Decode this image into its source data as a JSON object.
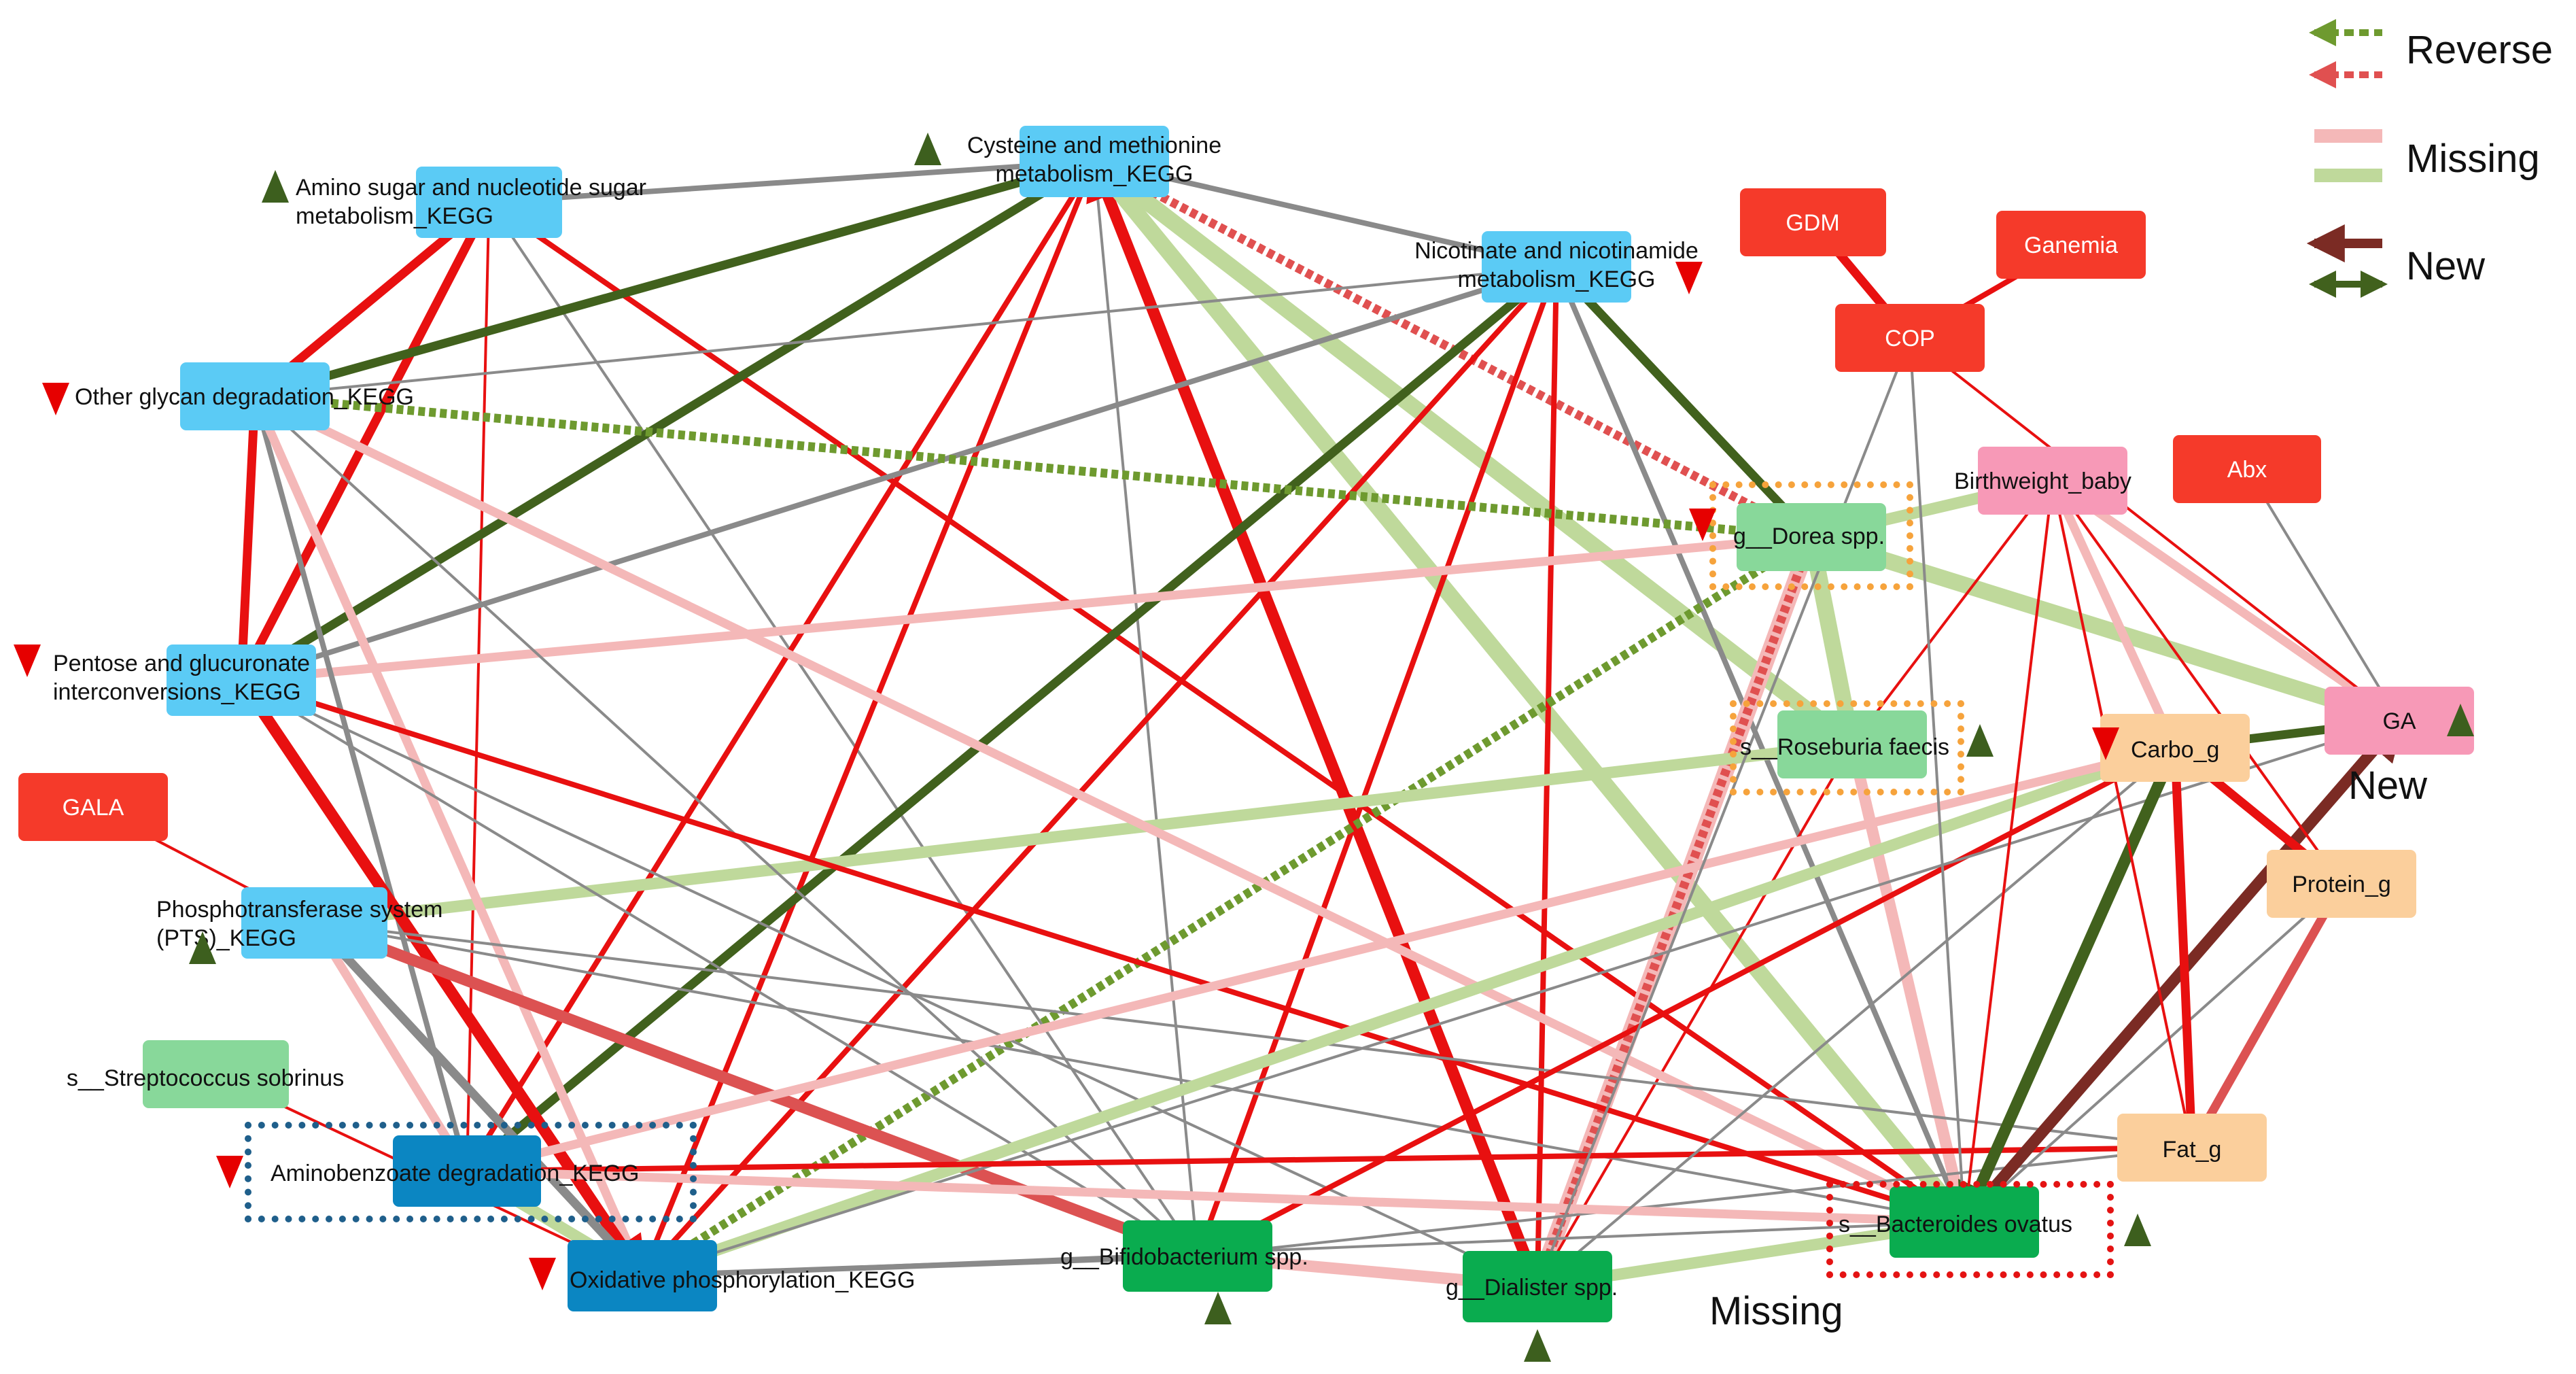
{
  "nodes": [
    {
      "id": "amino_sugar",
      "label": "Amino sugar and nucleotide sugar metabolism_KEGG",
      "lines": [
        "Amino sugar and nucleotide sugar",
        "metabolism_KEGG"
      ],
      "color": "#5bcbf5"
    },
    {
      "id": "cysteine",
      "label": "Cysteine and methionine metabolism_KEGG",
      "lines": [
        "Cysteine and methionine",
        "metabolism_KEGG"
      ],
      "color": "#5bcbf5"
    },
    {
      "id": "nicotinate",
      "label": "Nicotinate and nicotinamide metabolism_KEGG",
      "lines": [
        "Nicotinate and nicotinamide",
        "metabolism_KEGG"
      ],
      "color": "#5bcbf5"
    },
    {
      "id": "other_glycan",
      "label": "Other glycan degradation_KEGG",
      "lines": [
        "Other glycan degradation_KEGG"
      ],
      "color": "#5bcbf5"
    },
    {
      "id": "pentose",
      "label": "Pentose and glucuronate interconversions_KEGG",
      "lines": [
        "Pentose and glucuronate",
        "interconversions_KEGG"
      ],
      "color": "#5bcbf5"
    },
    {
      "id": "pts",
      "label": "Phosphotransferase system (PTS)_KEGG",
      "lines": [
        "Phosphotransferase system",
        "(PTS)_KEGG"
      ],
      "color": "#5bcbf5"
    },
    {
      "id": "aminobenzoate",
      "label": "Aminobenzoate degradation_KEGG",
      "lines": [
        "Aminobenzoate degradation_KEGG"
      ],
      "color": "#0b86c2"
    },
    {
      "id": "oxphos",
      "label": "Oxidative phosphorylation_KEGG",
      "lines": [
        "Oxidative phosphorylation_KEGG"
      ],
      "color": "#0b86c2"
    },
    {
      "id": "gdm",
      "label": "GDM",
      "lines": [
        "GDM"
      ],
      "color": "#f53a2a"
    },
    {
      "id": "ganemia",
      "label": "Ganemia",
      "lines": [
        "Ganemia"
      ],
      "color": "#f53a2a"
    },
    {
      "id": "cop",
      "label": "COP",
      "lines": [
        "COP"
      ],
      "color": "#f53a2a"
    },
    {
      "id": "abx",
      "label": "Abx",
      "lines": [
        "Abx"
      ],
      "color": "#f53a2a"
    },
    {
      "id": "gala",
      "label": "GALA",
      "lines": [
        "GALA"
      ],
      "color": "#f53a2a"
    },
    {
      "id": "birthweight",
      "label": "Birthweight_baby",
      "lines": [
        "Birthweight_baby"
      ],
      "color": "#f799b7"
    },
    {
      "id": "ga",
      "label": "GA",
      "lines": [
        "GA"
      ],
      "color": "#f799b7"
    },
    {
      "id": "dorea",
      "label": "g__Dorea spp.",
      "lines": [
        "g__Dorea spp."
      ],
      "color": "#88d89a"
    },
    {
      "id": "roseburia",
      "label": "s__Roseburia faecis",
      "lines": [
        "s__Roseburia faecis"
      ],
      "color": "#88d89a"
    },
    {
      "id": "strepto",
      "label": "s__Streptococcus sobrinus",
      "lines": [
        "s__Streptococcus sobrinus"
      ],
      "color": "#88d89a"
    },
    {
      "id": "carbo",
      "label": "Carbo_g",
      "lines": [
        "Carbo_g"
      ],
      "color": "#fbcf9c"
    },
    {
      "id": "protein",
      "label": "Protein_g",
      "lines": [
        "Protein_g"
      ],
      "color": "#fbcf9c"
    },
    {
      "id": "fat",
      "label": "Fat_g",
      "lines": [
        "Fat_g"
      ],
      "color": "#fbcf9c"
    },
    {
      "id": "bifido",
      "label": "g__Bifidobacterium spp.",
      "lines": [
        "g__Bifidobacterium spp."
      ],
      "color": "#0aac4f"
    },
    {
      "id": "dialister",
      "label": "g__Dialister spp.",
      "lines": [
        "g__Dialister spp."
      ],
      "color": "#0aac4f"
    },
    {
      "id": "bacteroides",
      "label": "s__Bacteroides ovatus",
      "lines": [
        "s__Bacteroides ovatus"
      ],
      "color": "#0aac4f"
    }
  ],
  "trend_markers": [
    {
      "node": "amino_sugar",
      "direction": "up"
    },
    {
      "node": "cysteine",
      "direction": "up"
    },
    {
      "node": "nicotinate",
      "direction": "down"
    },
    {
      "node": "other_glycan",
      "direction": "down"
    },
    {
      "node": "pentose",
      "direction": "down"
    },
    {
      "node": "pts",
      "direction": "up"
    },
    {
      "node": "aminobenzoate",
      "direction": "down"
    },
    {
      "node": "oxphos",
      "direction": "down"
    },
    {
      "node": "dorea",
      "direction": "down"
    },
    {
      "node": "roseburia",
      "direction": "up"
    },
    {
      "node": "carbo",
      "direction": "down"
    },
    {
      "node": "ga",
      "direction": "up"
    },
    {
      "node": "bifido",
      "direction": "up"
    },
    {
      "node": "dialister",
      "direction": "up"
    },
    {
      "node": "bacteroides",
      "direction": "up"
    }
  ],
  "edge_styles": {
    "red": "#e81010",
    "grey": "#8a8a8a",
    "pink": "#f4b8b8",
    "lightgreen": "#bfd99b",
    "darkgreen": "#41611d",
    "maroon": "#7b2b24",
    "dottedgreen": "#6e9a2f",
    "dottedred": "#e05050",
    "redarrow": "#dc5252"
  },
  "edges": [
    {
      "from": "amino_sugar",
      "to": "other_glycan",
      "style": "red",
      "weight": 3
    },
    {
      "from": "amino_sugar",
      "to": "pentose",
      "style": "red",
      "weight": 3
    },
    {
      "from": "amino_sugar",
      "to": "aminobenzoate",
      "style": "red",
      "weight": 1
    },
    {
      "from": "amino_sugar",
      "to": "cysteine",
      "style": "grey",
      "weight": 2
    },
    {
      "from": "amino_sugar",
      "to": "bacteroides",
      "style": "red",
      "weight": 2
    },
    {
      "from": "amino_sugar",
      "to": "bifido",
      "style": "grey",
      "weight": 1
    },
    {
      "from": "cysteine",
      "to": "other_glycan",
      "style": "darkgreen",
      "weight": 3,
      "arrow": "end"
    },
    {
      "from": "cysteine",
      "to": "pentose",
      "style": "darkgreen",
      "weight": 3,
      "arrow": "end"
    },
    {
      "from": "cysteine",
      "to": "aminobenzoate",
      "style": "red",
      "weight": 2
    },
    {
      "from": "cysteine",
      "to": "oxphos",
      "style": "red",
      "weight": 2
    },
    {
      "from": "cysteine",
      "to": "bifido",
      "style": "grey",
      "weight": 1
    },
    {
      "from": "cysteine",
      "to": "dialister",
      "style": "red",
      "weight": 4,
      "arrow": "start"
    },
    {
      "from": "cysteine",
      "to": "nicotinate",
      "style": "grey",
      "weight": 2
    },
    {
      "from": "cysteine",
      "to": "bacteroides",
      "style": "lightgreen",
      "weight": 5
    },
    {
      "from": "cysteine",
      "to": "roseburia",
      "style": "lightgreen",
      "weight": 5
    },
    {
      "from": "cysteine",
      "to": "dorea",
      "style": "dottedred",
      "weight": 3,
      "arrow": "start"
    },
    {
      "from": "nicotinate",
      "to": "aminobenzoate",
      "style": "darkgreen",
      "weight": 3,
      "arrow": "end"
    },
    {
      "from": "nicotinate",
      "to": "bifido",
      "style": "red",
      "weight": 2
    },
    {
      "from": "nicotinate",
      "to": "dialister",
      "style": "red",
      "weight": 2
    },
    {
      "from": "nicotinate",
      "to": "oxphos",
      "style": "red",
      "weight": 2
    },
    {
      "from": "nicotinate",
      "to": "pentose",
      "style": "grey",
      "weight": 2
    },
    {
      "from": "nicotinate",
      "to": "other_glycan",
      "style": "grey",
      "weight": 1
    },
    {
      "from": "nicotinate",
      "to": "bacteroides",
      "style": "grey",
      "weight": 2
    },
    {
      "from": "dorea",
      "to": "nicotinate",
      "style": "darkgreen",
      "weight": 3,
      "arrow": "end"
    },
    {
      "from": "dorea",
      "to": "other_glycan",
      "style": "dottedgreen",
      "weight": 3,
      "arrow": "end"
    },
    {
      "from": "dorea",
      "to": "oxphos",
      "style": "dottedgreen",
      "weight": 3,
      "arrow": "end"
    },
    {
      "from": "dorea",
      "to": "pentose",
      "style": "pink",
      "weight": 3
    },
    {
      "from": "dorea",
      "to": "dialister",
      "style": "pink",
      "weight": 5
    },
    {
      "from": "dorea",
      "to": "roseburia",
      "style": "lightgreen",
      "weight": 5
    },
    {
      "from": "dorea",
      "to": "ga",
      "style": "lightgreen",
      "weight": 5
    },
    {
      "from": "birthweight",
      "to": "dorea",
      "style": "lightgreen",
      "weight": 4,
      "arrow": "end"
    },
    {
      "from": "dialister",
      "to": "dorea",
      "style": "dottedred",
      "weight": 3,
      "arrow": "both"
    },
    {
      "from": "roseburia",
      "to": "pts",
      "style": "lightgreen",
      "weight": 4
    },
    {
      "from": "roseburia",
      "to": "bacteroides",
      "style": "pink",
      "weight": 4
    },
    {
      "from": "roseburia",
      "to": "dialister",
      "style": "red",
      "weight": 1
    },
    {
      "from": "roseburia",
      "to": "birthweight",
      "style": "red",
      "weight": 1
    },
    {
      "from": "other_glycan",
      "to": "pentose",
      "style": "red",
      "weight": 3,
      "arrow": "end"
    },
    {
      "from": "other_glycan",
      "to": "aminobenzoate",
      "style": "grey",
      "weight": 2
    },
    {
      "from": "other_glycan",
      "to": "oxphos",
      "style": "pink",
      "weight": 3
    },
    {
      "from": "other_glycan",
      "to": "bacteroides",
      "style": "pink",
      "weight": 3
    },
    {
      "from": "other_glycan",
      "to": "bifido",
      "style": "grey",
      "weight": 1
    },
    {
      "from": "pentose",
      "to": "oxphos",
      "style": "red",
      "weight": 4,
      "arrow": "end"
    },
    {
      "from": "pentose",
      "to": "bacteroides",
      "style": "red",
      "weight": 2
    },
    {
      "from": "pentose",
      "to": "dialister",
      "style": "grey",
      "weight": 1
    },
    {
      "from": "pentose",
      "to": "bifido",
      "style": "grey",
      "weight": 1
    },
    {
      "from": "pts",
      "to": "oxphos",
      "style": "grey",
      "weight": 3,
      "arrow": "end"
    },
    {
      "from": "pts",
      "to": "aminobenzoate",
      "style": "pink",
      "weight": 3
    },
    {
      "from": "pts",
      "to": "bacteroides",
      "style": "grey",
      "weight": 1
    },
    {
      "from": "pts",
      "to": "fat",
      "style": "grey",
      "weight": 1
    },
    {
      "from": "bifido",
      "to": "pts",
      "style": "redarrow",
      "weight": 4,
      "arrow": "end"
    },
    {
      "from": "bifido",
      "to": "carbo",
      "style": "red",
      "weight": 2
    },
    {
      "from": "bifido",
      "to": "dialister",
      "style": "pink",
      "weight": 4
    },
    {
      "from": "bifido",
      "to": "oxphos",
      "style": "grey",
      "weight": 2
    },
    {
      "from": "bifido",
      "to": "fat",
      "style": "grey",
      "weight": 1
    },
    {
      "from": "oxphos",
      "to": "carbo",
      "style": "lightgreen",
      "weight": 4,
      "arrow": "end"
    },
    {
      "from": "oxphos",
      "to": "bacteroides",
      "style": "grey",
      "weight": 1
    },
    {
      "from": "oxphos",
      "to": "ga",
      "style": "grey",
      "weight": 1
    },
    {
      "from": "aminobenzoate",
      "to": "oxphos",
      "style": "lightgreen",
      "weight": 4
    },
    {
      "from": "aminobenzoate",
      "to": "carbo",
      "style": "pink",
      "weight": 3
    },
    {
      "from": "aminobenzoate",
      "to": "fat",
      "style": "red",
      "weight": 2
    },
    {
      "from": "aminobenzoate",
      "to": "bacteroides",
      "style": "pink",
      "weight": 3
    },
    {
      "from": "strepto",
      "to": "oxphos",
      "style": "red",
      "weight": 1
    },
    {
      "from": "gala",
      "to": "pts",
      "style": "red",
      "weight": 1
    },
    {
      "from": "dialister",
      "to": "bacteroides",
      "style": "lightgreen",
      "weight": 4,
      "arrow": "both"
    },
    {
      "from": "dialister",
      "to": "cop",
      "style": "grey",
      "weight": 1
    },
    {
      "from": "dialister",
      "to": "carbo",
      "style": "grey",
      "weight": 1
    },
    {
      "from": "bacteroides",
      "to": "carbo",
      "style": "darkgreen",
      "weight": 4,
      "arrow": "start"
    },
    {
      "from": "bacteroides",
      "to": "ga",
      "style": "maroon",
      "weight": 4,
      "arrow": "end"
    },
    {
      "from": "bacteroides",
      "to": "birthweight",
      "style": "red",
      "weight": 1
    },
    {
      "from": "bacteroides",
      "to": "protein",
      "style": "grey",
      "weight": 1
    },
    {
      "from": "bacteroides",
      "to": "cop",
      "style": "grey",
      "weight": 1
    },
    {
      "from": "carbo",
      "to": "ga",
      "style": "darkgreen",
      "weight": 3,
      "arrow": "both"
    },
    {
      "from": "carbo",
      "to": "fat",
      "style": "red",
      "weight": 3
    },
    {
      "from": "carbo",
      "to": "protein",
      "style": "red",
      "weight": 3
    },
    {
      "from": "birthweight",
      "to": "carbo",
      "style": "pink",
      "weight": 3
    },
    {
      "from": "birthweight",
      "to": "ga",
      "style": "pink",
      "weight": 3
    },
    {
      "from": "birthweight",
      "to": "fat",
      "style": "red",
      "weight": 1
    },
    {
      "from": "birthweight",
      "to": "protein",
      "style": "red",
      "weight": 1
    },
    {
      "from": "protein",
      "to": "fat",
      "style": "redarrow",
      "weight": 3,
      "arrow": "both"
    },
    {
      "from": "gdm",
      "to": "cop",
      "style": "red",
      "weight": 3
    },
    {
      "from": "ganemia",
      "to": "cop",
      "style": "red",
      "weight": 2
    },
    {
      "from": "cop",
      "to": "ga",
      "style": "red",
      "weight": 1
    },
    {
      "from": "abx",
      "to": "ga",
      "style": "grey",
      "weight": 1
    }
  ],
  "highlight_boxes": [
    {
      "around": "dorea",
      "color": "#f6a33c"
    },
    {
      "around": "roseburia",
      "color": "#f6a33c"
    },
    {
      "around": "aminobenzoate",
      "color": "#1f5f8b"
    },
    {
      "around": "bacteroides",
      "color": "#e41313"
    }
  ],
  "legend": {
    "reverse": "Reverse",
    "missing": "Missing",
    "new": "New"
  },
  "annotations": {
    "new_label": "New",
    "missing_label": "Missing"
  }
}
